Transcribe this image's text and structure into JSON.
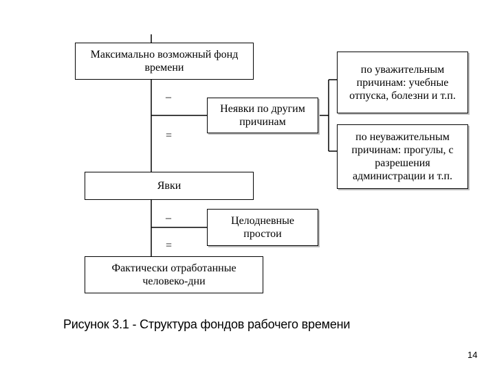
{
  "boxes": {
    "max_fund": "Максимально возможный фонд времени",
    "absences_other": "Неявки по другим причинам",
    "valid_reasons": "по уважительным причинам: учебные отпуска, болезни и т.п.",
    "invalid_reasons": "по неуважительным причинам: прогулы, с разрешения администрации и т.п.",
    "attendance": "Явки",
    "full_day_idle": "Целодневные простои",
    "actual_worked": "Фактически отработанные человеко-дни"
  },
  "operators": {
    "minus_1": "–",
    "equals_1": "=",
    "minus_2": "–",
    "equals_2": "="
  },
  "caption": "Рисунок 3.1 - Структура фондов рабочего времени",
  "page_number": "14"
}
